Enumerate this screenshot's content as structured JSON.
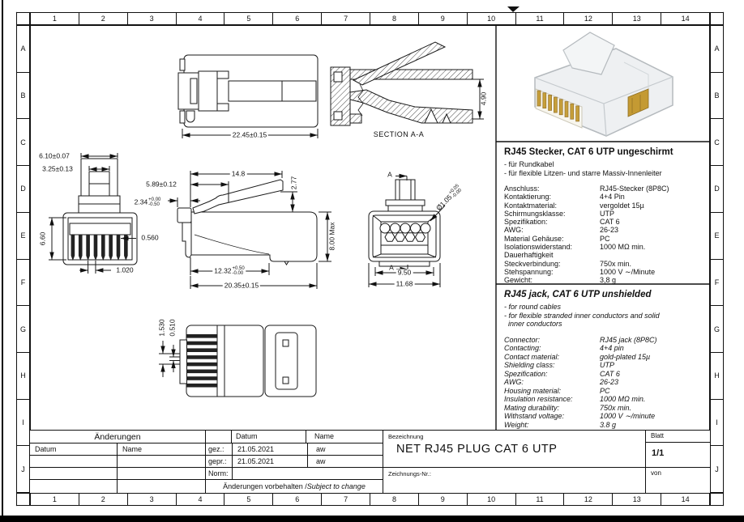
{
  "frame": {
    "columns": [
      "1",
      "2",
      "3",
      "4",
      "5",
      "6",
      "7",
      "8",
      "9",
      "10",
      "11",
      "12",
      "13",
      "14"
    ],
    "rows": [
      "A",
      "B",
      "C",
      "D",
      "E",
      "F",
      "G",
      "H",
      "I",
      "J"
    ]
  },
  "views": {
    "section_label": "SECTION A-A",
    "cut_label": "A",
    "dims": {
      "overall_side": "22.45±0.15",
      "section_height": "4.90",
      "boss_width": "6.10±0.07",
      "latch_width": "3.25±0.13",
      "front_height": "6.60",
      "contact_width": "0.560",
      "contact_pitch": "1.020",
      "latch_start": "5.89±0.12",
      "latch_step": {
        "main": "2.34",
        "plus": "+0.00",
        "minus": "-0.50"
      },
      "latch_length": "14.8",
      "latch_rise": "2.77",
      "body_length": {
        "main": "12.32",
        "plus": "+0.50",
        "minus": "-0.00"
      },
      "overall_length": "20.35±0.15",
      "max_height": "8.00 Max",
      "rear_inner_width": "9.50",
      "rear_width": "11.68",
      "wire_hole": {
        "main": "Ø1.05",
        "plus": "+0.05",
        "minus": "-0.00"
      },
      "slot_pitch": "1.530",
      "slot_width": "0.510"
    }
  },
  "specs_de": {
    "title": "RJ45 Stecker, CAT 6 UTP ungeschirmt",
    "bullets": [
      "- für Rundkabel",
      "- für flexible Litzen- und starre Massiv-Innenleiter"
    ],
    "rows": [
      {
        "label": "Anschluss:",
        "value": "RJ45-Stecker (8P8C)"
      },
      {
        "label": "Kontaktierung:",
        "value": "4+4 Pin"
      },
      {
        "label": "Kontaktmaterial:",
        "value": "vergoldet 15µ"
      },
      {
        "label": "Schirmungsklasse:",
        "value": "UTP"
      },
      {
        "label": "Spezifikation:",
        "value": "CAT 6"
      },
      {
        "label": "AWG:",
        "value": "26-23"
      },
      {
        "label": "Material Gehäuse:",
        "value": "PC"
      },
      {
        "label": "Isolationswiderstand:",
        "value": "1000 MΩ min."
      },
      {
        "label": "Dauerhaftigkeit",
        "value": ""
      },
      {
        "label": "Steckverbindung:",
        "value": "750x min."
      },
      {
        "label": "Stehspannung:",
        "value": "1000 V ∼/Minute"
      },
      {
        "label": "Gewicht:",
        "value": "3,8 g"
      }
    ]
  },
  "specs_en": {
    "title": "RJ45 jack, CAT 6 UTP unshielded",
    "bullets": [
      "- for round cables",
      "- for flexible stranded inner conductors and solid",
      "  inner conductors"
    ],
    "rows": [
      {
        "label": "Connector:",
        "value": "RJ45 jack (8P8C)"
      },
      {
        "label": "Contacting:",
        "value": "4+4 pin"
      },
      {
        "label": "Contact material:",
        "value": "gold-plated 15µ"
      },
      {
        "label": "Shielding class:",
        "value": "UTP"
      },
      {
        "label": "Spezification:",
        "value": "CAT 6"
      },
      {
        "label": "AWG:",
        "value": "26-23"
      },
      {
        "label": "Housing material:",
        "value": "PC"
      },
      {
        "label": "Insulation resistance:",
        "value": "1000 MΩ min."
      },
      {
        "label": "Mating durability:",
        "value": "750x min."
      },
      {
        "label": "Withstand voltage:",
        "value": "1000 V ∼/minute"
      },
      {
        "label": "Weight:",
        "value": "3.8 g"
      }
    ]
  },
  "title_block": {
    "changes": {
      "title": "Änderungen",
      "col_date": "Datum",
      "col_name": "Name"
    },
    "approval": {
      "col_date": "Datum",
      "col_name": "Name",
      "rows": [
        {
          "label": "gez.:",
          "date": "21.05.2021",
          "name": "aw"
        },
        {
          "label": "gepr.:",
          "date": "21.05.2021",
          "name": "aw"
        },
        {
          "label": "Norm:",
          "date": "",
          "name": ""
        }
      ],
      "note_de": "Änderungen vorbehalten / ",
      "note_en": "Subject to change"
    },
    "designation": {
      "label": "Bezeichnung",
      "value": "NET RJ45 PLUG CAT 6 UTP"
    },
    "drawing_number": {
      "label": "Zeichnungs-Nr.:",
      "value": ""
    },
    "sheet": {
      "label": "Blatt",
      "value": "1/1",
      "of_label": "von"
    }
  }
}
